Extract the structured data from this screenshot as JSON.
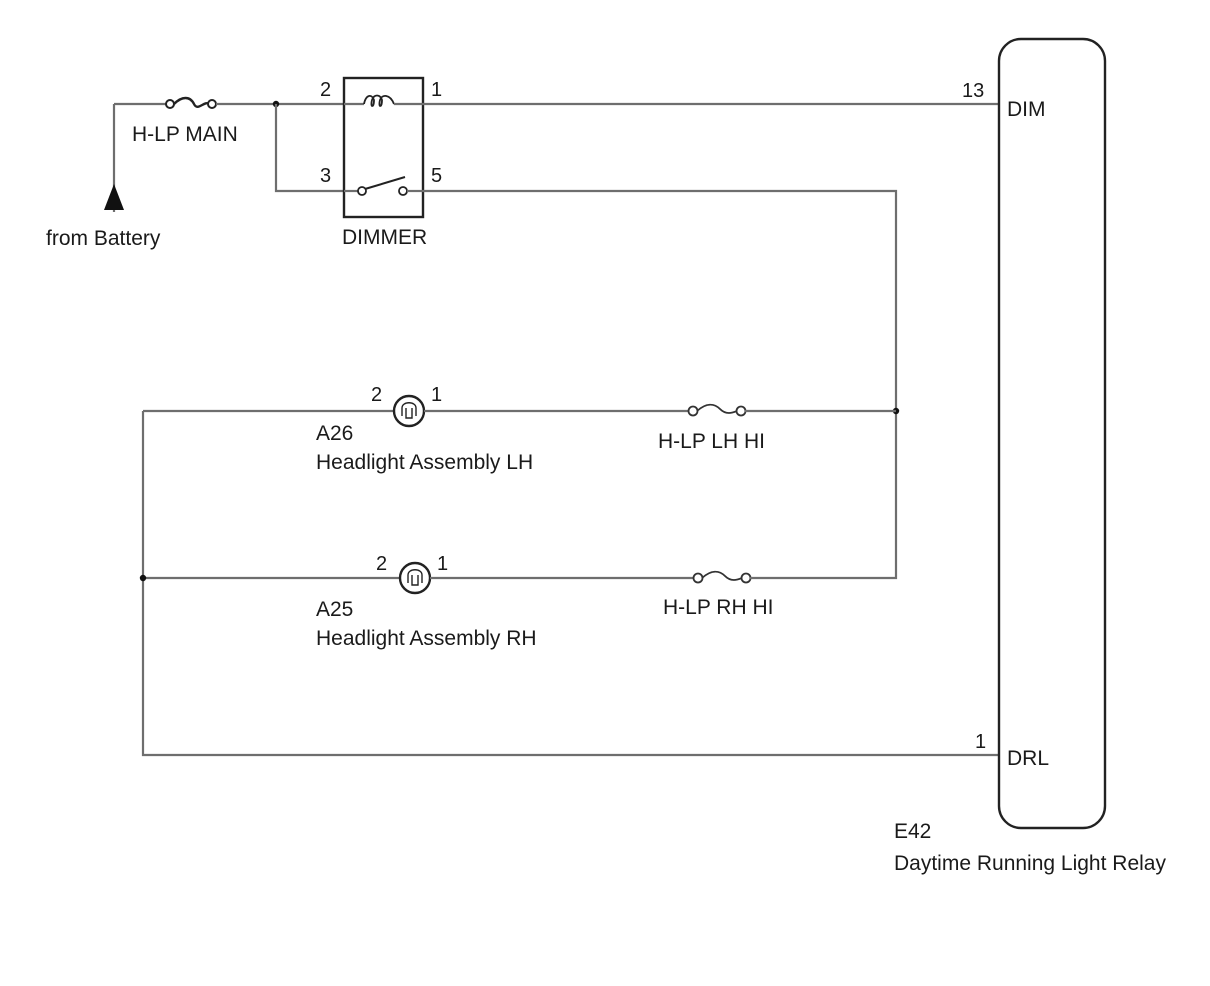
{
  "diagram": {
    "source": {
      "label": "from Battery",
      "fuse_label": "H-LP MAIN"
    },
    "dimmer": {
      "label": "DIMMER",
      "pins": {
        "coil_in": "2",
        "coil_out": "1",
        "switch_in": "3",
        "switch_out": "5"
      }
    },
    "relay": {
      "id": "E42",
      "name": "Daytime Running Light Relay",
      "terminals": [
        {
          "pin": "13",
          "name": "DIM"
        },
        {
          "pin": "1",
          "name": "DRL"
        }
      ]
    },
    "headlights": [
      {
        "id": "A26",
        "name": "Headlight Assembly LH",
        "pin_left": "2",
        "pin_right": "1",
        "fuse": "H-LP LH HI"
      },
      {
        "id": "A25",
        "name": "Headlight Assembly RH",
        "pin_left": "2",
        "pin_right": "1",
        "fuse": "H-LP RH HI"
      }
    ]
  }
}
